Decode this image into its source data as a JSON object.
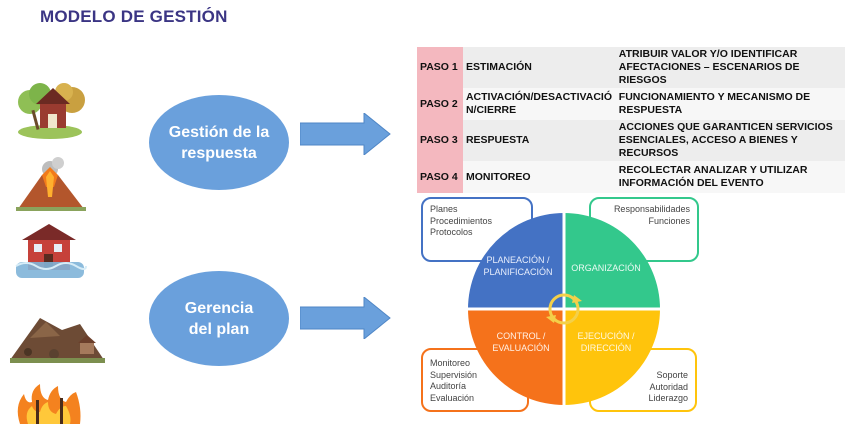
{
  "title": "MODELO DE GESTIÓN",
  "left_icons": [
    "house-tree-icon",
    "volcano-icon",
    "flood-house-icon",
    "landslide-icon",
    "wildfire-icon"
  ],
  "ellipses": {
    "top": "Gestión de la respuesta",
    "bottom": "Gerencia del plan"
  },
  "steps": [
    {
      "paso": "PASO 1",
      "name": "ESTIMACIÓN",
      "desc": "ATRIBUIR VALOR Y/O IDENTIFICAR AFECTACIONES – ESCENARIOS DE RIESGOS"
    },
    {
      "paso": "PASO 2",
      "name": "ACTIVACIÓN/DESACTIVACIÓN/CIERRE",
      "desc": "FUNCIONAMIENTO Y MECANISMO DE RESPUESTA"
    },
    {
      "paso": "PASO 3",
      "name": "RESPUESTA",
      "desc": "ACCIONES QUE GARANTICEN SERVICIOS ESENCIALES, ACCESO A BIENES Y RECURSOS"
    },
    {
      "paso": "PASO 4",
      "name": "MONITOREO",
      "desc": "RECOLECTAR ANALIZAR Y UTILIZAR INFORMACIÓN DEL EVENTO"
    }
  ],
  "wheel": {
    "quadrants": [
      {
        "label": "PLANEACIÓN / PLANIFICACIÓN",
        "color": "#4472c4"
      },
      {
        "label": "ORGANIZACIÓN",
        "color": "#33c88c"
      },
      {
        "label": "CONTROL / EVALUACIÓN",
        "color": "#f5721b"
      },
      {
        "label": "EJECUCIÓN / DIRECCIÓN",
        "color": "#ffc40c"
      }
    ]
  },
  "boxes": {
    "top_left": {
      "color": "#4472c4",
      "lines": [
        "Planes",
        "Procedimientos",
        "Protocolos"
      ]
    },
    "top_right": {
      "color": "#33c88c",
      "lines": [
        "Responsabilidades",
        "Funciones"
      ]
    },
    "bottom_left": {
      "color": "#f5721b",
      "lines": [
        "Monitoreo",
        "Supervisión",
        "Auditoría",
        "Evaluación"
      ]
    },
    "bottom_right": {
      "color": "#ffc40c",
      "lines": [
        "Soporte",
        "Autoridad",
        "Liderazgo"
      ]
    }
  },
  "colors": {
    "title": "#3b3584",
    "ellipse": "#6aa0dc",
    "paso": "#f4b8bf"
  }
}
